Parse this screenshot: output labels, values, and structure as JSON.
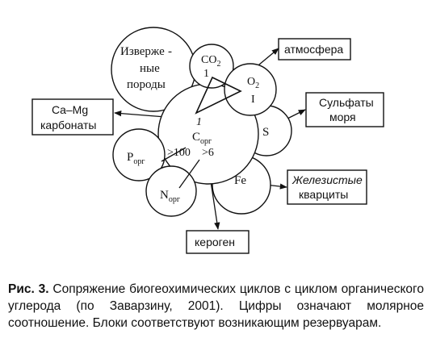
{
  "diagram": {
    "circles": {
      "igneous_line1": "Изверже",
      "igneous_line2": "ные",
      "igneous_line3": "породы",
      "co2_main": "CO",
      "co2_sub": "2",
      "co2_ratio": "1",
      "o2_main": "O",
      "o2_sub": "2",
      "o2_ratio": "I",
      "corg_ratio": "1",
      "corg_main": "C",
      "corg_sub": "орг",
      "corg_ratio_p": ">100",
      "corg_ratio_n": ">6",
      "porg_main": "P",
      "porg_sub": "орг",
      "norg_main": "N",
      "norg_sub": "орг",
      "s_label": "S",
      "fe_label": "Fe"
    },
    "boxes": {
      "atmosphere": "атмосфера",
      "camg_line1": "Ca–Mg",
      "camg_line2": "карбонаты",
      "sulfates_line1": "Сульфаты",
      "sulfates_line2": "моря",
      "quartz_line1": "Железистые",
      "quartz_line2": "кварциты",
      "kerogen": "кероген"
    }
  },
  "caption": {
    "fig_label": "Рис. 3.",
    "text": " Сопряжение биогеохимических циклов с циклом органического углерода (по Заварзину, 2001). Цифры означают молярное соотношение. Блоки соответствуют возникающим резервуарам."
  }
}
